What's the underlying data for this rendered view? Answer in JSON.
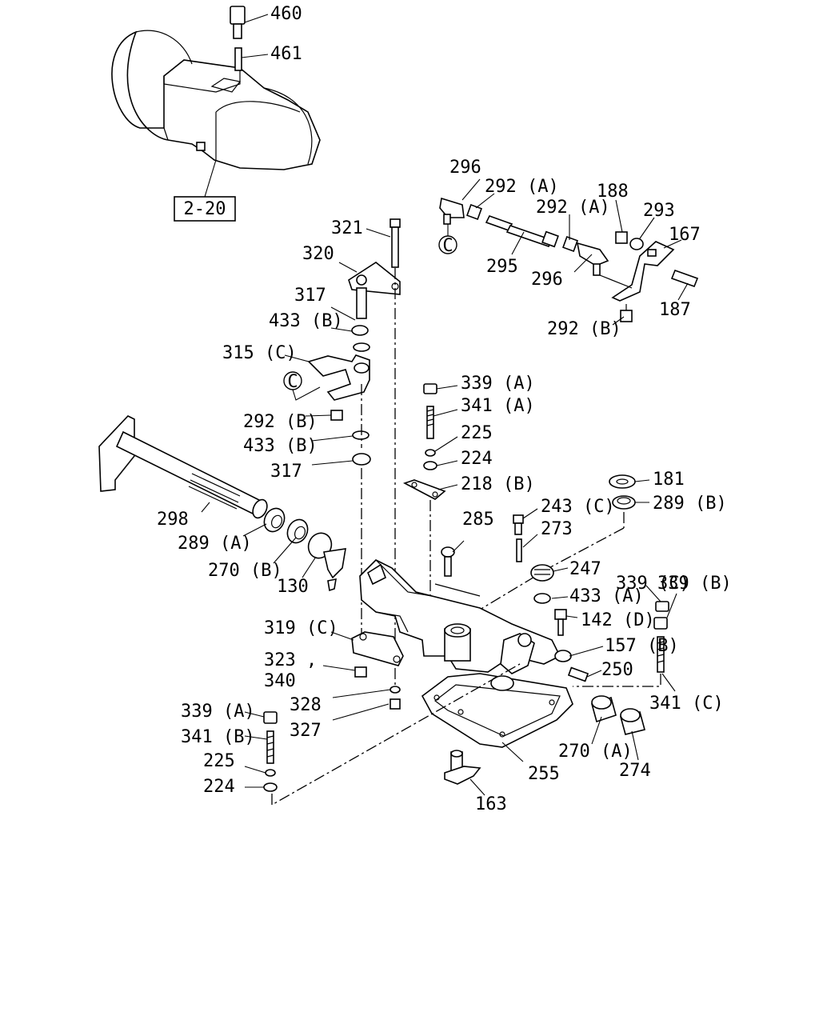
{
  "reference_box": "2-20",
  "callout_letter": "C",
  "parts": [
    "460",
    "461",
    "296",
    "292 (A)",
    "292 (A)",
    "188",
    "293",
    "167",
    "295",
    "296",
    "187",
    "292 (B)",
    "321",
    "320",
    "317",
    "433 (B)",
    "315 (C)",
    "292 (B)",
    "433 (B)",
    "317",
    "339 (A)",
    "341 (A)",
    "225",
    "224",
    "218 (B)",
    "181",
    "289 (B)",
    "298",
    "289 (A)",
    "270 (B)",
    "130",
    "285",
    "243 (C)",
    "273",
    "247",
    "433 (A)",
    "142 (D)",
    "339 (C)",
    "339 (B)",
    "157 (B)",
    "250",
    "341 (C)",
    "319 (C)",
    "323 ,",
    "340",
    "328",
    "327",
    "339 (A)",
    "341 (B)",
    "225",
    "224",
    "270 (A)",
    "274",
    "255",
    "163"
  ]
}
